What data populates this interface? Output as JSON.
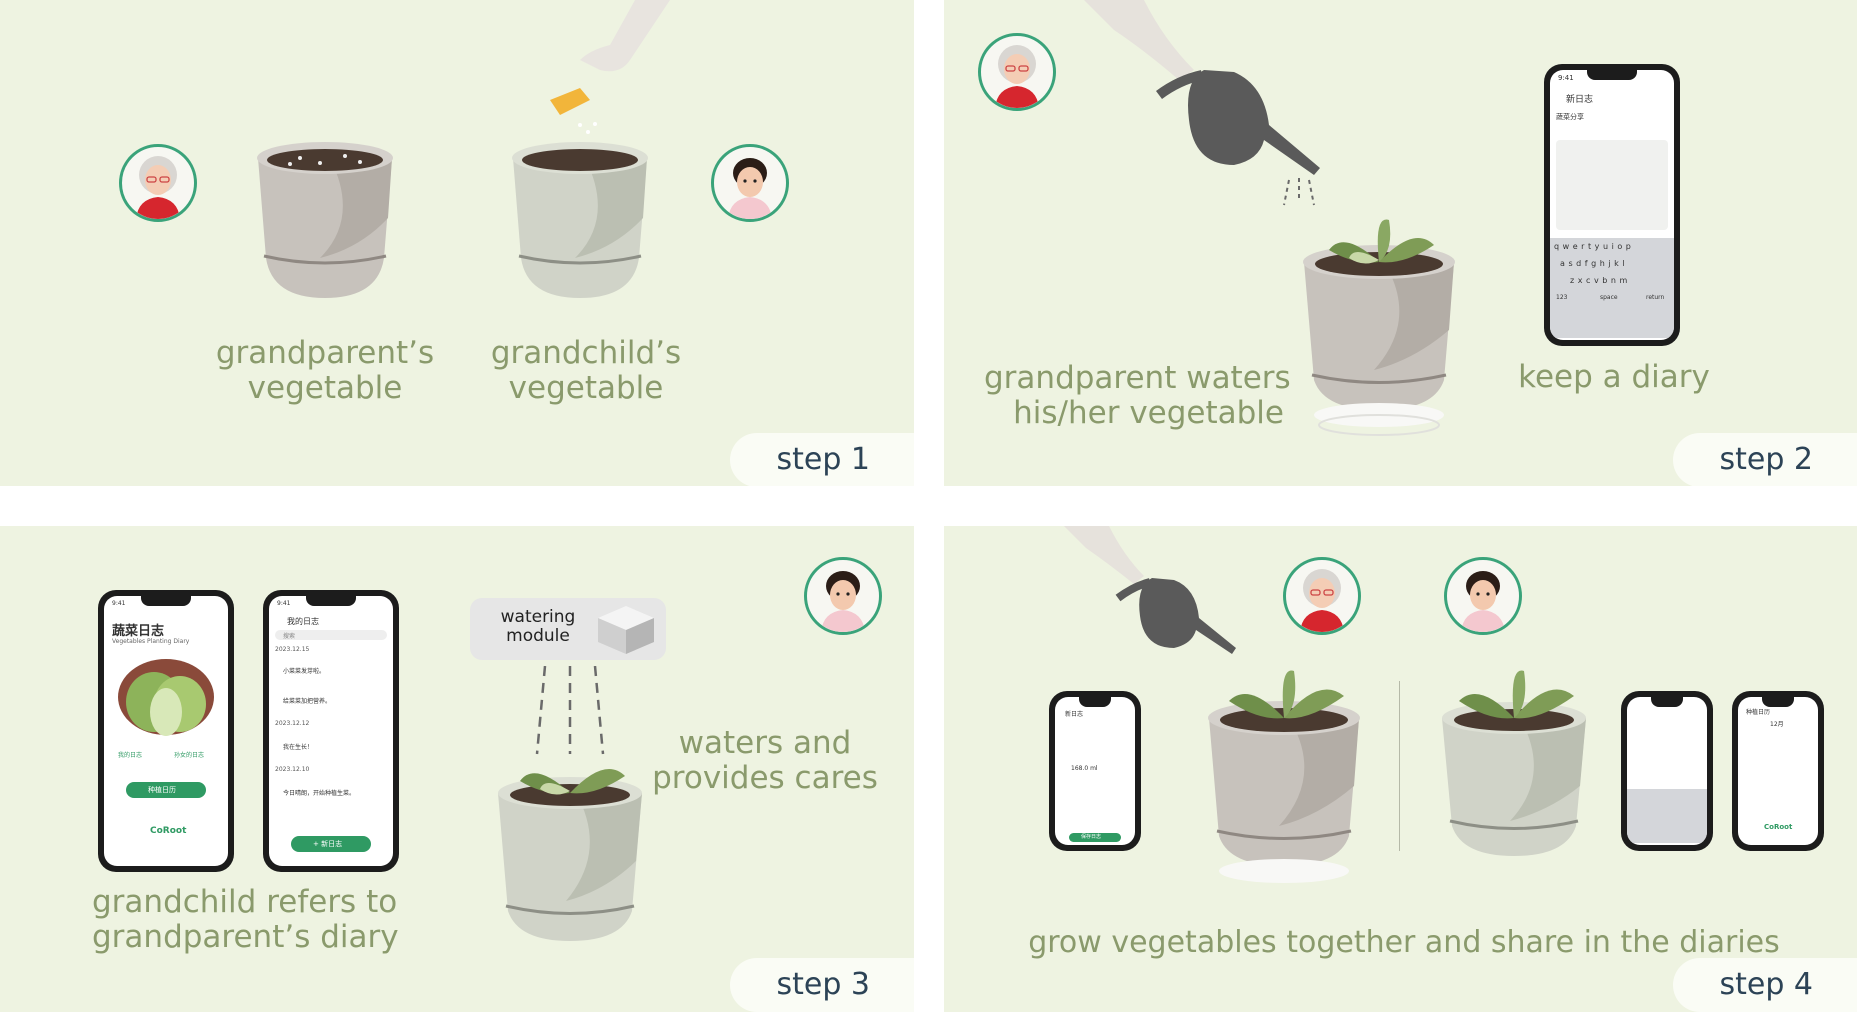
{
  "colors": {
    "panel_bg": "#eef3e1",
    "caption": "#8a9a6c",
    "step_text": "#2c4356",
    "avatar_ring": "#3aa37a",
    "app_green": "#2f9a63"
  },
  "panel1": {
    "step_label": "step 1",
    "caption_left": [
      "grandparent’s",
      "vegetable"
    ],
    "caption_right": [
      "grandchild’s",
      "vegetable"
    ]
  },
  "panel2": {
    "step_label": "step 2",
    "caption_water": [
      "grandparent waters",
      "his/her vegetable"
    ],
    "caption_diary": "keep a diary",
    "phone": {
      "time": "9:41",
      "title": "新日志",
      "section": "蔬菜分享",
      "keys_row1": "q w e r t y u i o p",
      "keys_row2": "a s d f g h j k l",
      "keys_row3": "z x c v b n m",
      "key_123": "123",
      "key_space": "space",
      "key_return": "return"
    }
  },
  "panel3": {
    "step_label": "step 3",
    "caption_refer": [
      "grandchild refers to",
      "grandparent’s diary"
    ],
    "caption_water": [
      "waters and",
      "provides cares"
    ],
    "module_label": [
      "watering",
      "module"
    ],
    "phone_a": {
      "time": "9:41",
      "title": "蔬菜日志",
      "subtitle": "Vegetables Planting Diary",
      "btn_left": "我的日志",
      "btn_right": "孙女的日志",
      "btn_main": "种植日历",
      "brand": "CoRoot"
    },
    "phone_b": {
      "time": "9:41",
      "title": "我的日志",
      "search": "搜索",
      "dates": [
        "2023.12.15",
        "2023.12.12",
        "2023.12.10"
      ],
      "entries": [
        "小菜菜发芽啦。",
        "给菜菜加把营养。",
        "我在生长！",
        "今日晴朗，开始种植生菜。"
      ],
      "btn_new": "+ 新日志"
    }
  },
  "panel4": {
    "step_label": "step 4",
    "caption": "grow vegetables together and share in the diaries",
    "phone_a": {
      "title": "新日志",
      "amount": "168.0 ml",
      "btn": "保存日志"
    },
    "phone_c": {
      "title": "种植日历",
      "month": "12月",
      "brand": "CoRoot"
    }
  }
}
